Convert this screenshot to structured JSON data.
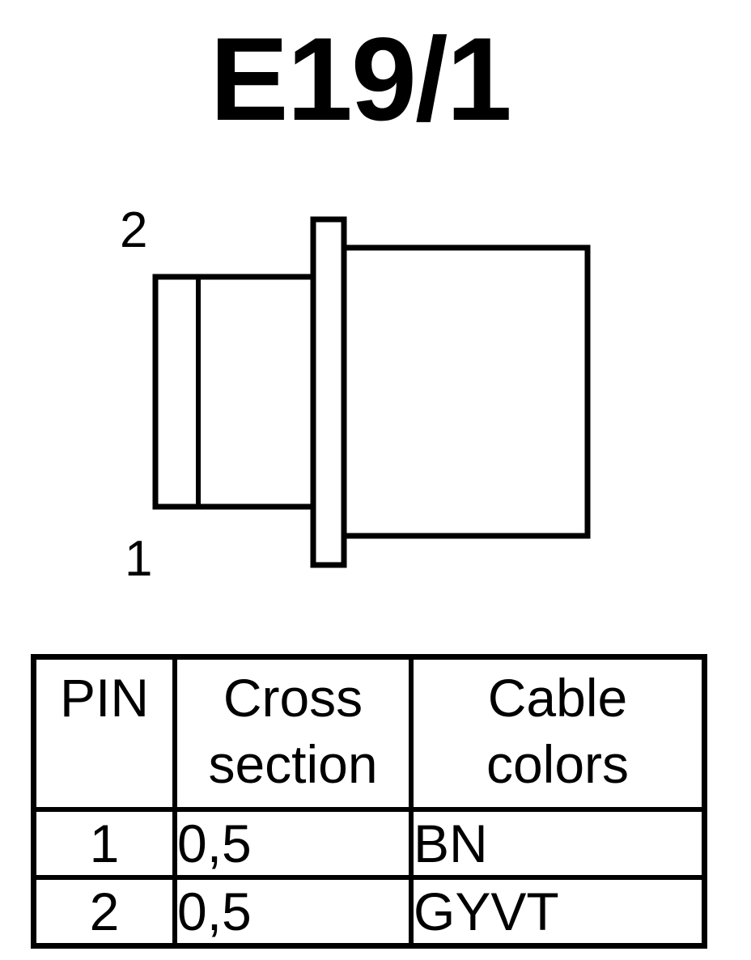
{
  "title": "E19/1",
  "pin_labels": {
    "top": "2",
    "bottom": "1"
  },
  "table": {
    "headers": {
      "pin": "PIN",
      "cross_line1": "Cross",
      "cross_line2": "section",
      "color_line1": "Cable",
      "color_line2": "colors"
    },
    "rows": [
      {
        "pin": "1",
        "cross_section": "0,5",
        "cable_color": "BN"
      },
      {
        "pin": "2",
        "cross_section": "0,5",
        "cable_color": "GYVT"
      }
    ]
  }
}
